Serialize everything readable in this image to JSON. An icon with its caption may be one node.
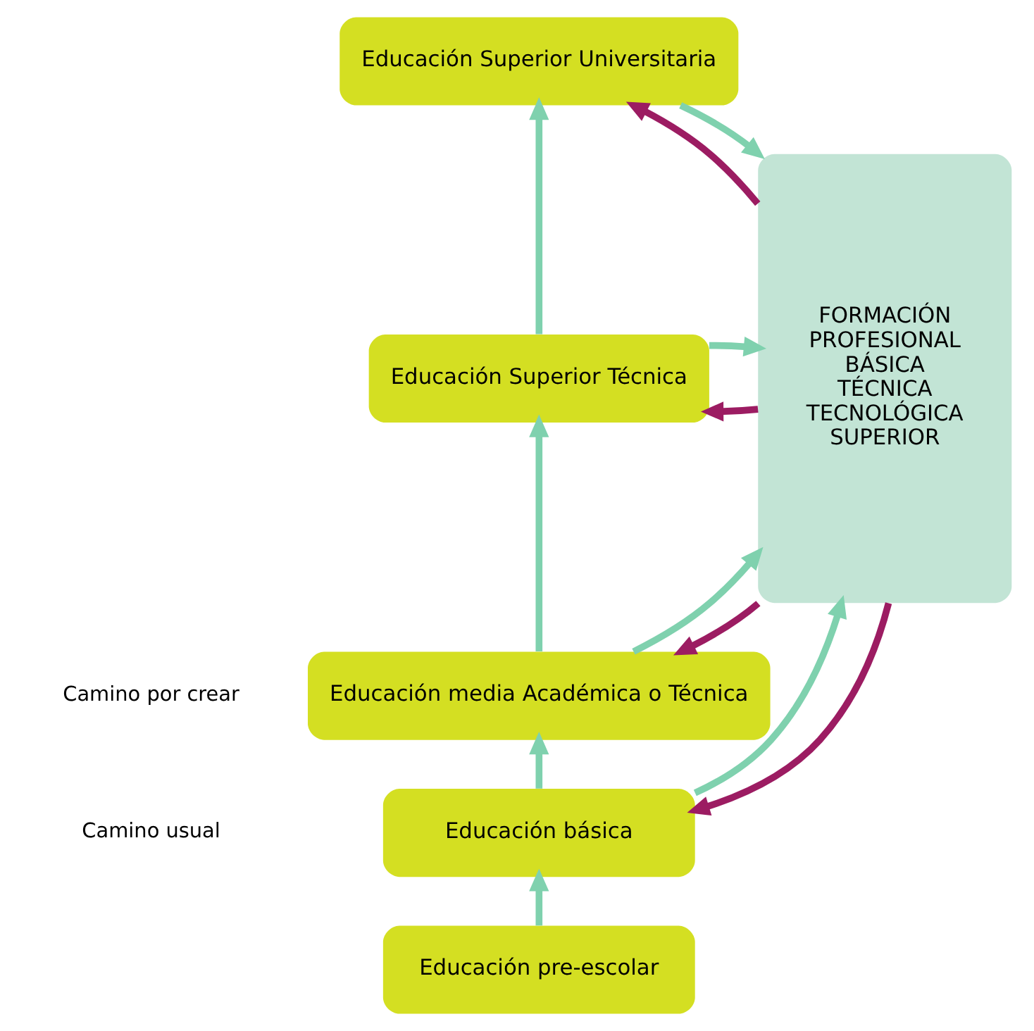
{
  "diagram": {
    "nodes": [
      {
        "text": [
          "Educación Superior Universitaria"
        ]
      },
      {
        "text": [
          "Educación Superior Técnica"
        ]
      },
      {
        "text": [
          "Educación media Académica o Técnica"
        ]
      },
      {
        "text": [
          "Educación básica"
        ]
      },
      {
        "text": [
          "Educación pre-escolar"
        ]
      },
      {
        "text": [
          "FORMACIÓN PROFESIONAL BÁSICA TÉCNICA TECNOLÓGICA SUPERIOR"
        ]
      }
    ],
    "edges": [
      {
        "from": 4,
        "to": 3,
        "arrow": "to"
      },
      {
        "from": 3,
        "to": 2,
        "arrow": "to"
      },
      {
        "from": 2,
        "to": 1,
        "arrow": "to"
      },
      {
        "from": 1,
        "to": 0,
        "arrow": "to"
      },
      {
        "from": 0,
        "to": 5,
        "arrow": "to"
      },
      {
        "from": 5,
        "to": 0,
        "arrow": "to",
        "color": "#9c1c62"
      },
      {
        "from": 1,
        "to": 5,
        "arrow": "to"
      },
      {
        "from": 5,
        "to": 1,
        "arrow": "to",
        "color": "#9c1c62"
      },
      {
        "from": 2,
        "to": 5,
        "arrow": "to"
      },
      {
        "from": 5,
        "to": 2,
        "arrow": "to",
        "color": "#9c1c62"
      },
      {
        "from": 3,
        "to": 5,
        "arrow": "to"
      },
      {
        "from": 5,
        "to": 3,
        "arrow": "to",
        "color": "#9c1c62"
      }
    ],
    "legend": [
      {
        "text": "Camino por crear"
      },
      {
        "text": "Camino usual"
      }
    ]
  }
}
